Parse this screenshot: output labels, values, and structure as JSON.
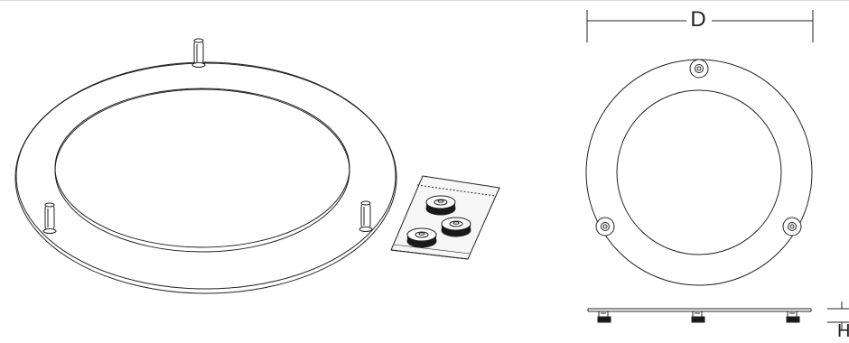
{
  "dimensions": {
    "diameter_label": "D",
    "height_label": "H"
  },
  "colors": {
    "line": "#222222",
    "fill_light": "#ffffff",
    "fill_dark": "#1a1a1a",
    "bag_fill": "#f4f4f4"
  },
  "views": [
    {
      "name": "perspective-view"
    },
    {
      "name": "accessory-bag"
    },
    {
      "name": "top-view"
    },
    {
      "name": "side-view"
    }
  ]
}
